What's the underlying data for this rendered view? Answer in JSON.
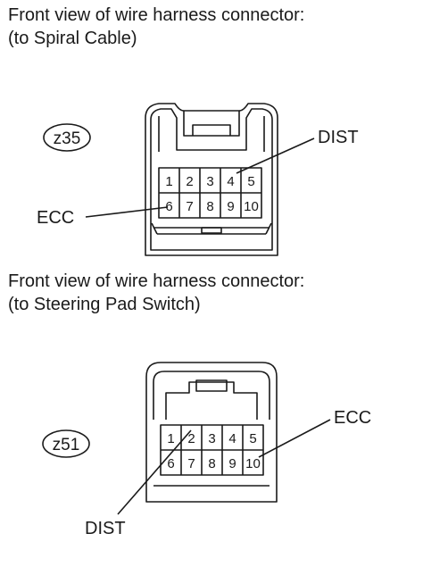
{
  "connectors": [
    {
      "caption_line1": "Front view of wire harness connector:",
      "caption_line2": "(to Spiral Cable)",
      "code": "z35",
      "pins_row1": [
        "1",
        "2",
        "3",
        "4",
        "5"
      ],
      "pins_row2": [
        "6",
        "7",
        "8",
        "9",
        "10"
      ],
      "label_a": "DIST",
      "label_b": "ECC"
    },
    {
      "caption_line1": "Front view of wire harness connector:",
      "caption_line2": "(to Steering Pad Switch)",
      "code": "z51",
      "pins_row1": [
        "1",
        "2",
        "3",
        "4",
        "5"
      ],
      "pins_row2": [
        "6",
        "7",
        "8",
        "9",
        "10"
      ],
      "label_a": "ECC",
      "label_b": "DIST"
    }
  ]
}
